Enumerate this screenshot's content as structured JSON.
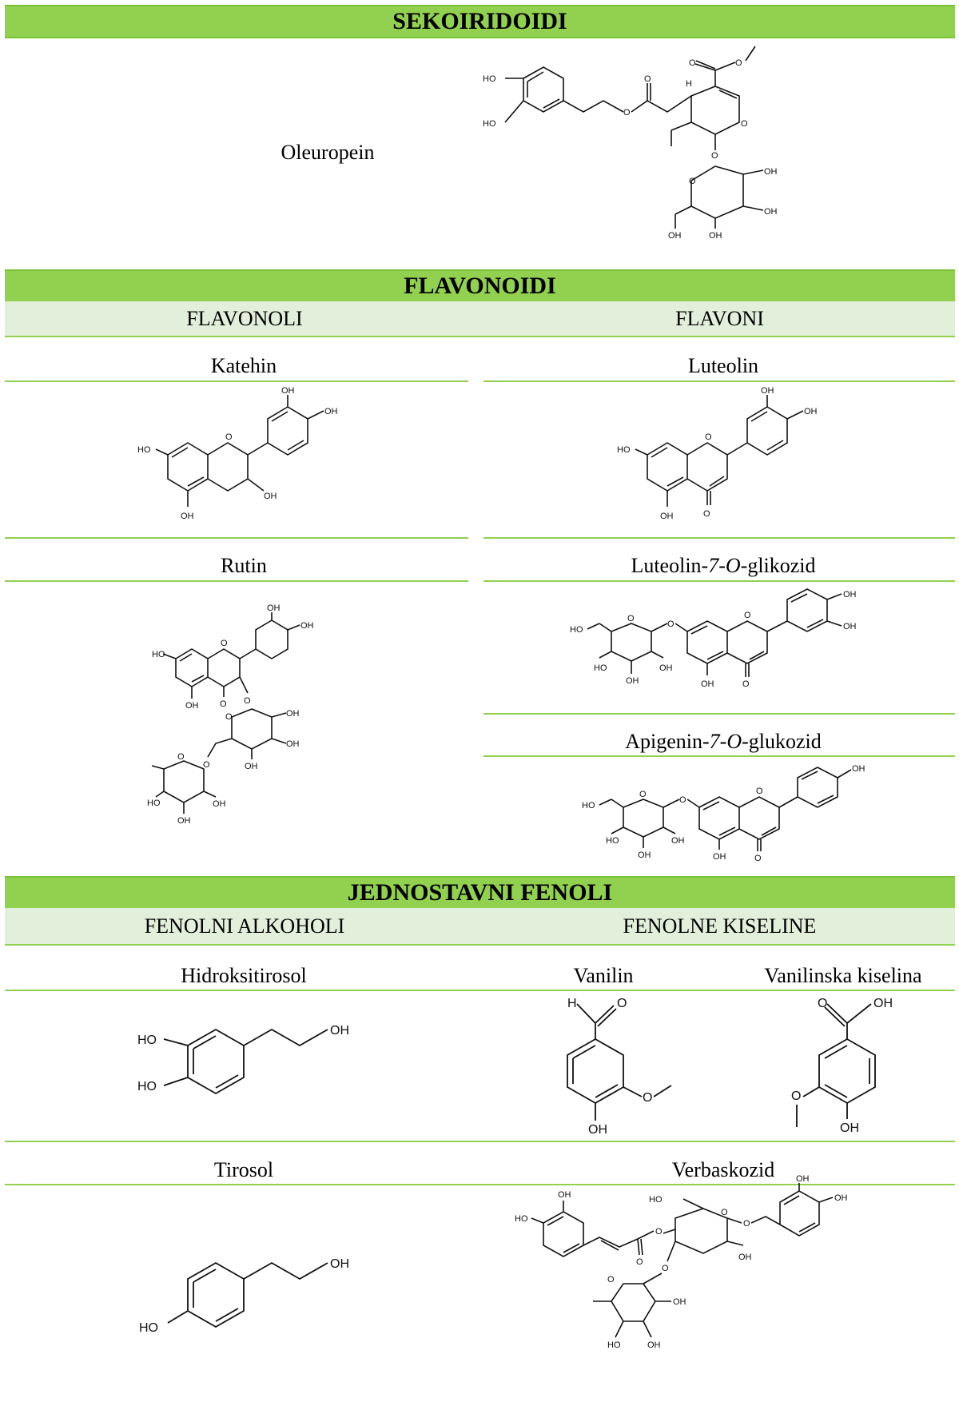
{
  "sections": {
    "sekoiridoidi": "SEKOIRIDOIDI",
    "flavonoidi": "FLAVONOIDI",
    "jednostavni_fenoli": "JEDNOSTAVNI FENOLI"
  },
  "subheaders": {
    "flavonoli": "FLAVONOLI",
    "flavoni": "FLAVONI",
    "fenolni_alkoholi": "FENOLNI ALKOHOLI",
    "fenolne_kiseline": "FENOLNE KISELINE"
  },
  "compounds": {
    "oleuropein": "Oleuropein",
    "katehin": "Katehin",
    "luteolin": "Luteolin",
    "rutin": "Rutin",
    "luteolin_glikozid": {
      "pre": "Luteolin-",
      "ital": "7-O",
      "post": "-glikozid"
    },
    "apigenin_glukozid": {
      "pre": "Apigenin-",
      "ital": "7-O",
      "post": "-glukozid"
    },
    "hidroksitirosol": "Hidroksitirosol",
    "vanilin": "Vanilin",
    "vanilinska_kiselina": "Vanilinska kiselina",
    "tirosol": "Tirosol",
    "verbaskozid": "Verbaskozid"
  },
  "atoms": {
    "oh": "OH",
    "ho": "HO",
    "o": "O",
    "h": "H"
  },
  "colors": {
    "band": "#92d050",
    "subband": "#e2efda"
  }
}
